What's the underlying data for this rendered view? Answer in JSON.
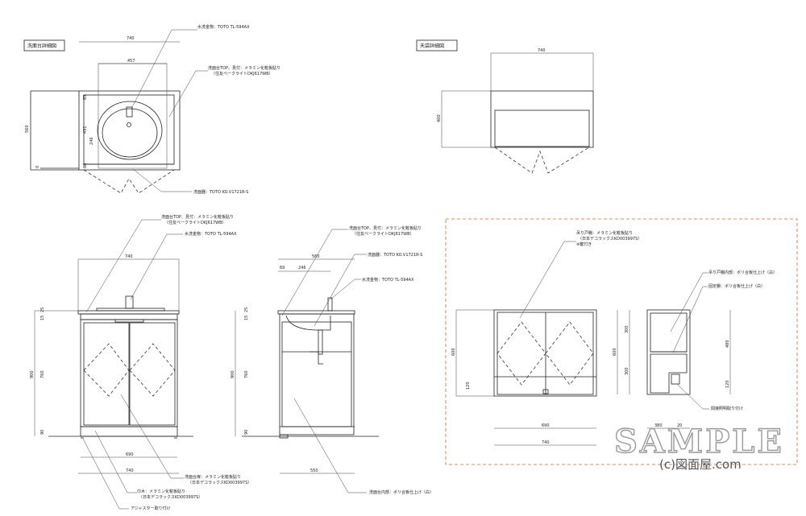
{
  "titles": {
    "sink_plan": "洗面台詳細図",
    "top_cabinet": "天袋詳細図"
  },
  "plan": {
    "dims": {
      "width": "740",
      "inner": "457",
      "depth": "560",
      "d1": "83",
      "d2": "431",
      "d3": "246",
      "d4": "86",
      "d5": "0"
    },
    "labels": {
      "faucet": "水洗金物：TOTO TL-594AX",
      "top_line1": "洗面台TOP、見付：メラミン化粧板貼り",
      "top_line2": "（住友ベークライトDKJ617WB）",
      "basin": "洗面器：TOTO KO.V1721R-S"
    }
  },
  "top_cabinet": {
    "dims": {
      "width": "740",
      "height": "400"
    }
  },
  "front": {
    "dims": {
      "top": "740",
      "h_total": "900",
      "h_body": "760",
      "h_top": "25",
      "h2": "15",
      "h_base": "90",
      "w_inner": "690",
      "w_bottom": "740"
    },
    "labels": {
      "top_line1": "洗面台TOP、見付：メラミン化粧板貼り",
      "top_line2": "（住友ベークライトDKJ617WB）",
      "faucet": "水洗金物：TOTO TL-594AX",
      "door_line1": "洗面台扉：メラミン化粧板貼り",
      "door_line2": "（日本デコラックスKD003997S）",
      "base_line1": "巾木：メラミン化粧板貼り",
      "base_line2": "（日本デコラックスKD003997S）",
      "adjuster": "アジャスター取り付け"
    }
  },
  "side": {
    "dims": {
      "top": "560",
      "d69": "69",
      "d246": "246",
      "h_total": "900",
      "h_body": "760",
      "h_top": "25",
      "h15": "15",
      "h_base": "90",
      "bottom": "550"
    },
    "labels": {
      "top_line1": "洗面台TOP、見付：メラミン化粧板貼り",
      "top_line2": "（住友ベークライトDKJ617WB）",
      "basin": "洗面器：TOTO KO.V1721R-S",
      "faucet": "水洗金物：TOTO TL-594AX",
      "interior": "洗面台内部：ポリ合板仕上げ（白）"
    }
  },
  "wall_cabinet": {
    "dims": {
      "height": "600",
      "w_inner": "690",
      "w_total": "740",
      "h120": "120",
      "h300a": "300",
      "h300b": "300",
      "h480": "480",
      "h600": "600",
      "h120b": "120",
      "w380": "380",
      "w20": "20"
    },
    "labels": {
      "door_line1": "吊り戸棚：メラミン化粧板貼り",
      "door_line2": "（日本デコラックスKD003997S）",
      "door_line3": "※鍵付き",
      "interior": "吊り戸棚内部：ポリ合板仕上げ（白）",
      "shelf": "固定棚：ポリ合板仕上げ（白）",
      "light": "間接照明取り付け"
    }
  },
  "watermark": {
    "main": "SAMPLE",
    "sub": "(c)図面屋.com"
  }
}
